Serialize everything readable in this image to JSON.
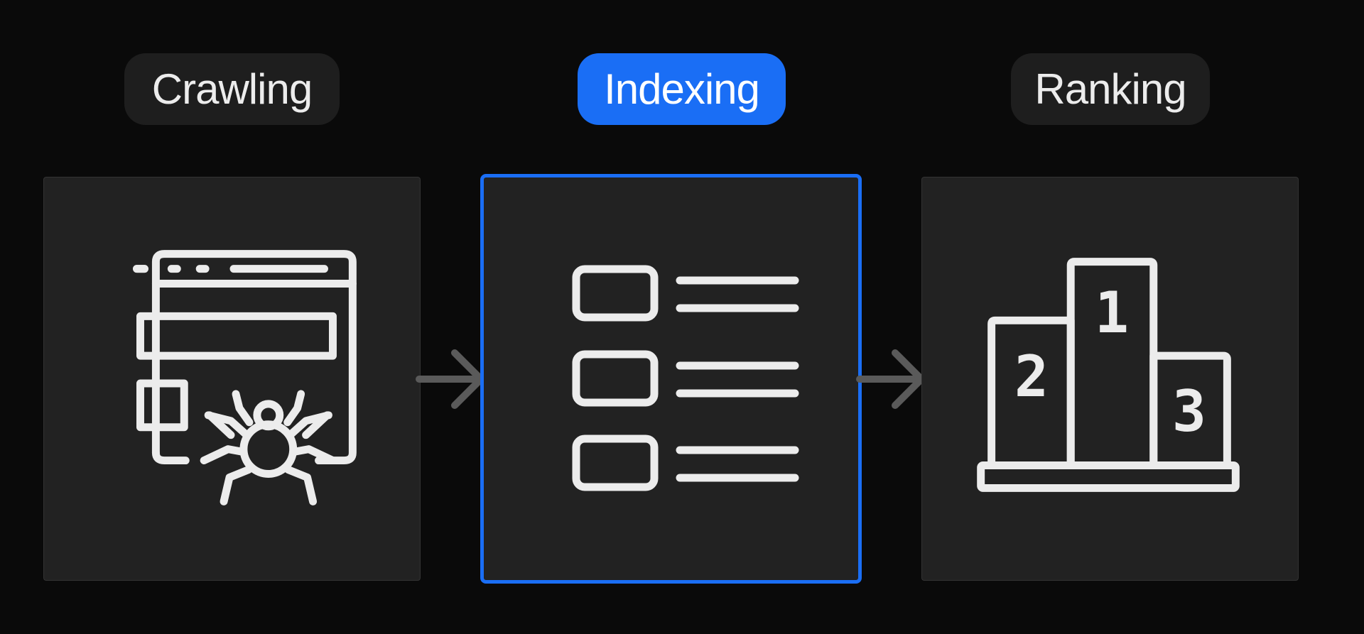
{
  "steps": [
    {
      "label": "Crawling",
      "icon": "browser-spider-icon",
      "active": false
    },
    {
      "label": "Indexing",
      "icon": "index-list-icon",
      "active": true
    },
    {
      "label": "Ranking",
      "icon": "podium-icon",
      "active": false
    }
  ],
  "podium_numbers": {
    "first": "1",
    "second": "2",
    "third": "3"
  },
  "colors": {
    "background": "#0a0a0a",
    "card": "#222222",
    "pill": "#1e1e1e",
    "accent": "#1a6ef5",
    "icon_stroke": "#ececec",
    "arrow": "#5a5a5a"
  }
}
